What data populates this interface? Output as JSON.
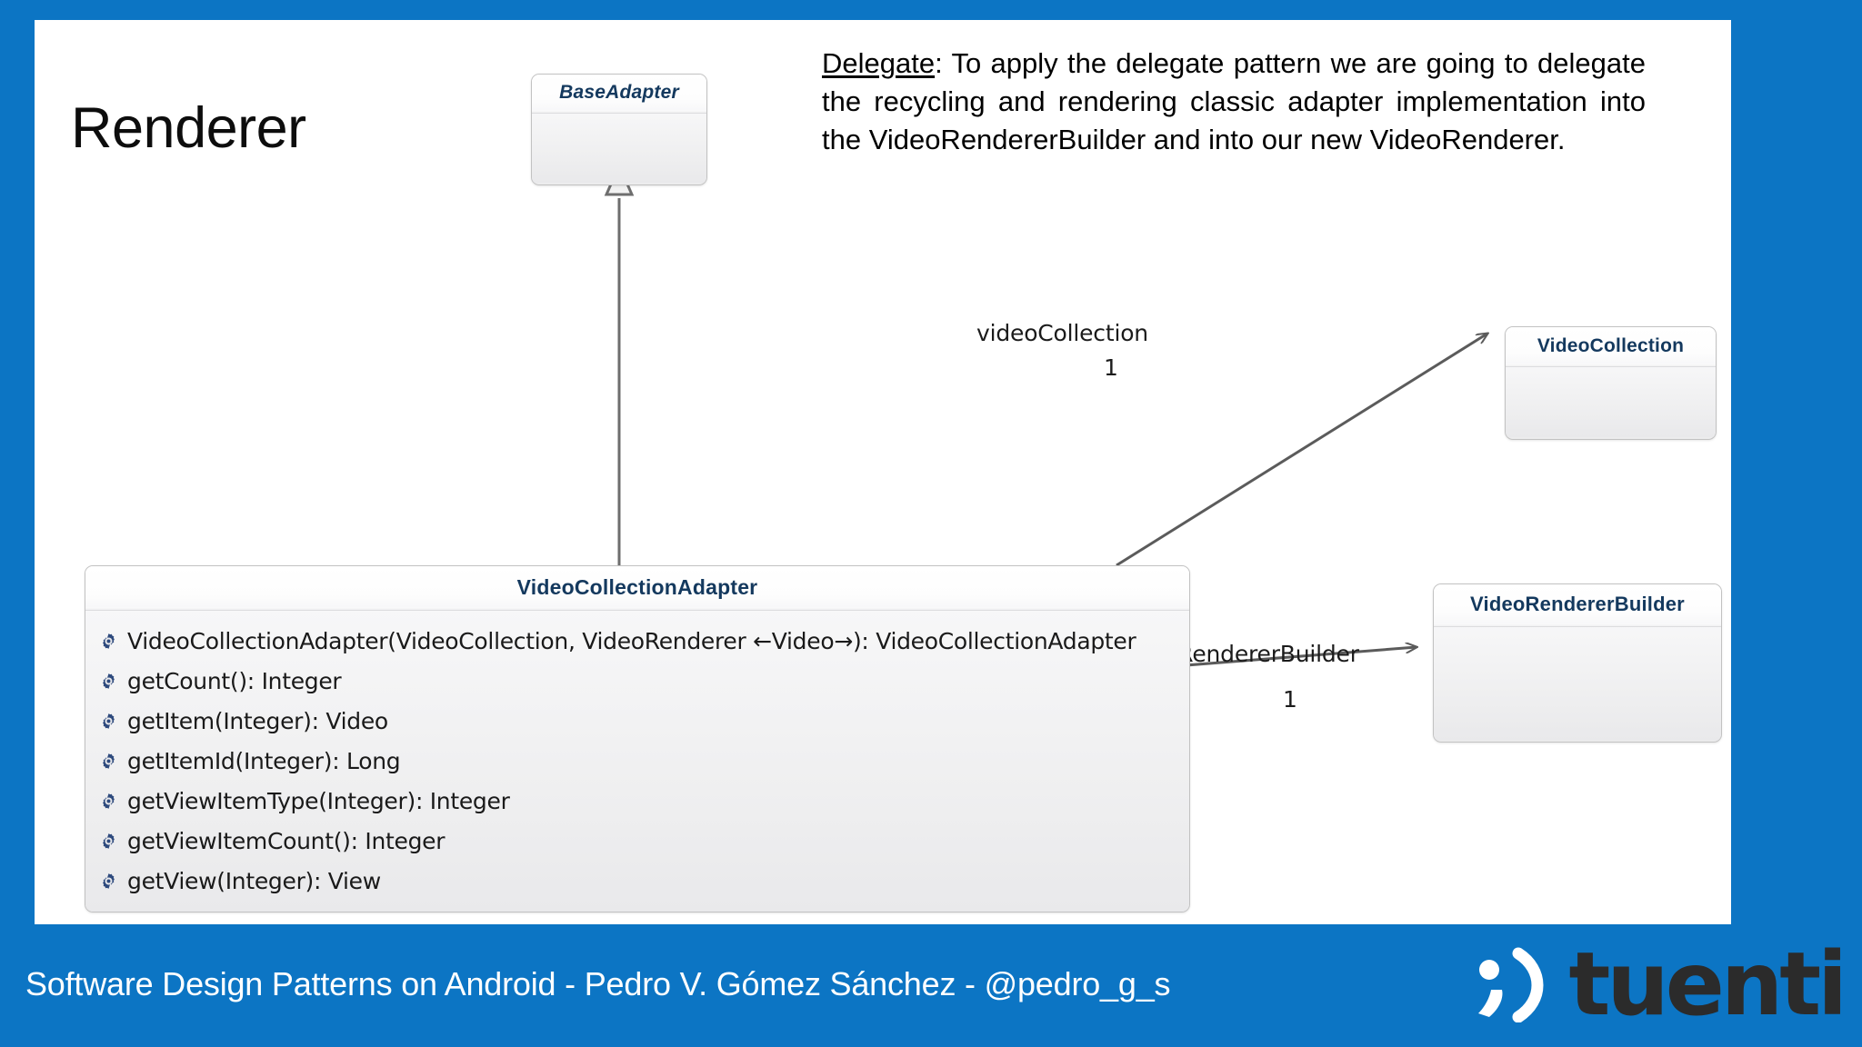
{
  "slide": {
    "title": "Renderer",
    "background_color": "#0c75c4",
    "canvas_color": "#ffffff"
  },
  "body": {
    "lead": "Delegate",
    "text": ": To apply the delegate pattern we are going to delegate the recycling and rendering classic adapter implementation into the VideoRendererBuilder and into our new VideoRenderer."
  },
  "diagram": {
    "type": "uml-class-diagram",
    "classes": [
      {
        "name": "BaseAdapter",
        "abstract": true,
        "members": []
      },
      {
        "name": "VideoCollectionAdapter",
        "abstract": false,
        "members": [
          {
            "icon": "gear-icon",
            "signature": "VideoCollectionAdapter(VideoCollection, VideoRenderer ←Video→): VideoCollectionAdapter"
          },
          {
            "icon": "gear-icon",
            "signature": "getCount(): Integer"
          },
          {
            "icon": "gear-icon",
            "signature": "getItem(Integer): Video"
          },
          {
            "icon": "gear-icon",
            "signature": "getItemId(Integer): Long"
          },
          {
            "icon": "gear-icon",
            "signature": "getViewItemType(Integer): Integer"
          },
          {
            "icon": "gear-icon",
            "signature": "getViewItemCount(): Integer"
          },
          {
            "icon": "gear-icon",
            "signature": "getView(Integer): View"
          }
        ]
      },
      {
        "name": "VideoCollection",
        "abstract": false,
        "members": []
      },
      {
        "name": "VideoRendererBuilder",
        "abstract": false,
        "members": []
      }
    ],
    "relations": [
      {
        "kind": "generalization",
        "from": "VideoCollectionAdapter",
        "to": "BaseAdapter",
        "label": "",
        "multiplicity": ""
      },
      {
        "kind": "association",
        "from": "VideoCollectionAdapter",
        "to": "VideoCollection",
        "label": "videoCollection",
        "multiplicity": "1"
      },
      {
        "kind": "association",
        "from": "VideoCollectionAdapter",
        "to": "VideoRendererBuilder",
        "label": "videoRendererBuilder",
        "multiplicity": "1"
      }
    ],
    "header_text_color": "#14395e"
  },
  "footer": {
    "text": "Software Design Patterns on Android - Pedro V. Gómez Sánchez - @pedro_g_s",
    "brand": {
      "wink": ";)",
      "wordmark": "tuenti",
      "wordmark_color": "#2b2b2b"
    }
  }
}
